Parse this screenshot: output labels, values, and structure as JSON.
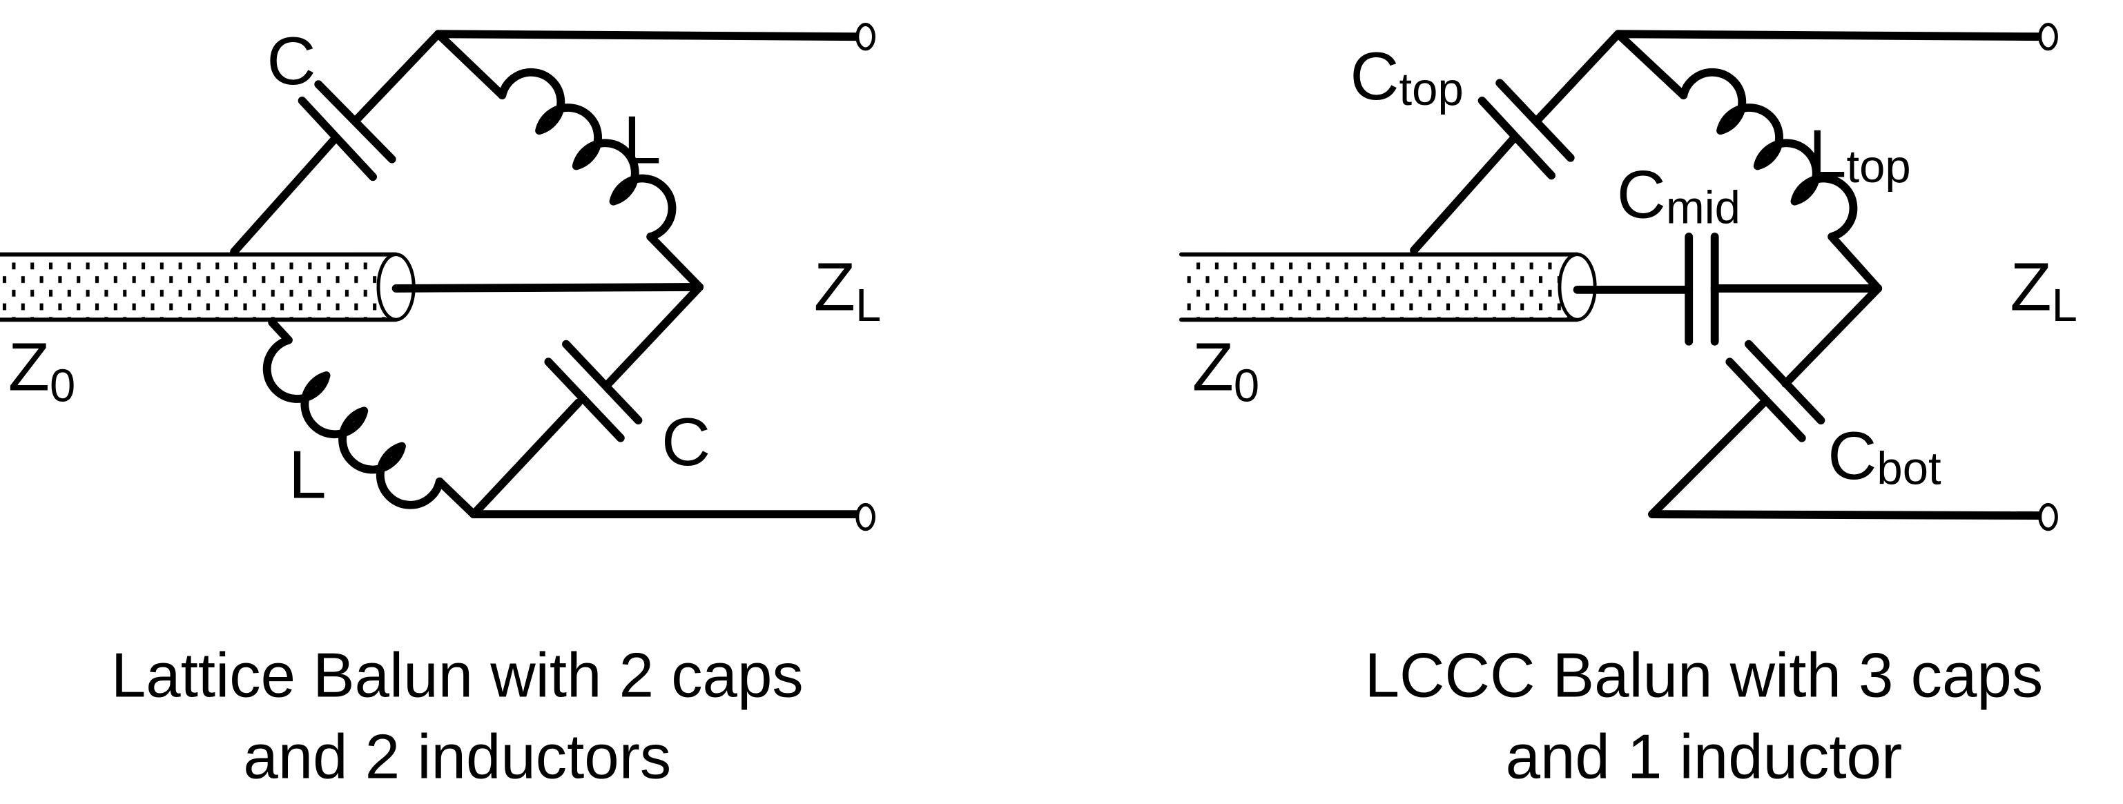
{
  "left": {
    "labels": {
      "c_top": "C",
      "l_top": "L",
      "c_bot": "C",
      "l_bot": "L",
      "z0_main": "Z",
      "z0_sub": "0",
      "zl_main": "Z",
      "zl_sub": "L"
    },
    "caption": [
      "Lattice Balun with 2 caps",
      "and 2 inductors"
    ]
  },
  "right": {
    "labels": {
      "ctop_main": "C",
      "ctop_sub": "top",
      "ltop_main": "L",
      "ltop_sub": "top",
      "cmid_main": "C",
      "cmid_sub": "mid",
      "cbot_main": "C",
      "cbot_sub": "bot",
      "z0_main": "Z",
      "z0_sub": "0",
      "zl_main": "Z",
      "zl_sub": "L"
    },
    "caption": [
      "LCCC Balun with 3 caps",
      "and 1 inductor"
    ]
  }
}
